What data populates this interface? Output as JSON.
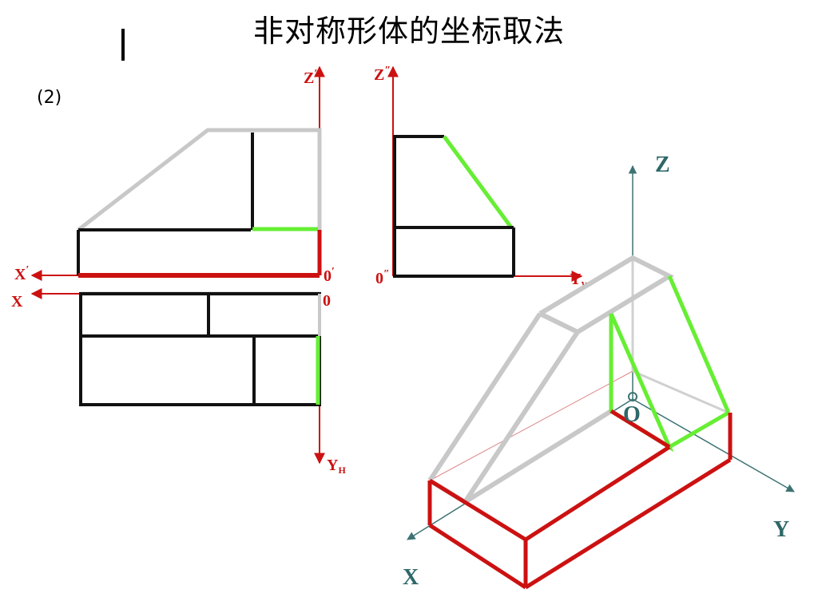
{
  "slide": {
    "title": "非对称形体的坐标取法",
    "sub_label": "(2)"
  },
  "orthographic": {
    "front_view": {
      "axis_x": "X",
      "axis_x_mark": "′",
      "axis_z": "Z",
      "axis_z_mark": "′",
      "origin": "0",
      "origin_mark": "′"
    },
    "side_view": {
      "axis_z": "Z",
      "axis_z_mark": "″",
      "axis_y": "Y",
      "axis_y_sub": "W",
      "origin": "0",
      "origin_mark": "″"
    },
    "top_view": {
      "axis_x": "X",
      "axis_y": "Y",
      "axis_y_sub": "H",
      "origin": "0"
    }
  },
  "isometric": {
    "axis_x": "X",
    "axis_y": "Y",
    "axis_z": "Z",
    "origin": "O"
  },
  "colors": {
    "red": "#cc1111",
    "green": "#66ee33",
    "grey": "#c8c8c8",
    "black": "#111111",
    "teal": "#3d7373"
  }
}
